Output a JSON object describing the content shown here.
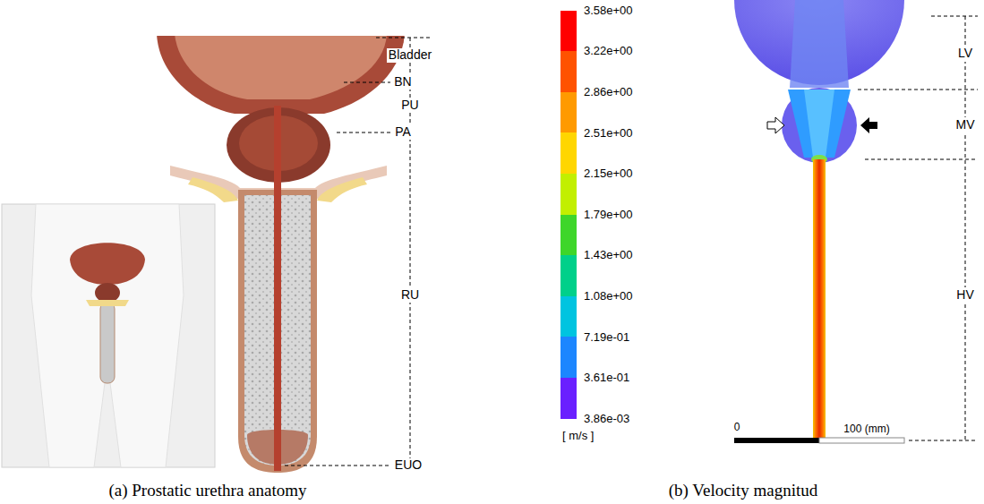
{
  "diagram": {
    "labels": [
      "Bladder",
      "BN",
      "PU",
      "PA",
      "RU",
      "EUO",
      "3.58e+00",
      "3.22e+00",
      "2.86e+00",
      "2.51e+00",
      "2.15e+00",
      "1.79e+00",
      "1.43e+00",
      "1.08e+00",
      "7.19e-01",
      "3.61e-01",
      "3.86e-03",
      "[ m/s ]",
      "LV",
      "MV",
      "HV",
      "0",
      "100 (mm)",
      "(a) Prostatic urethra anatomy",
      "(b) Velocity magnitud"
    ]
  }
}
